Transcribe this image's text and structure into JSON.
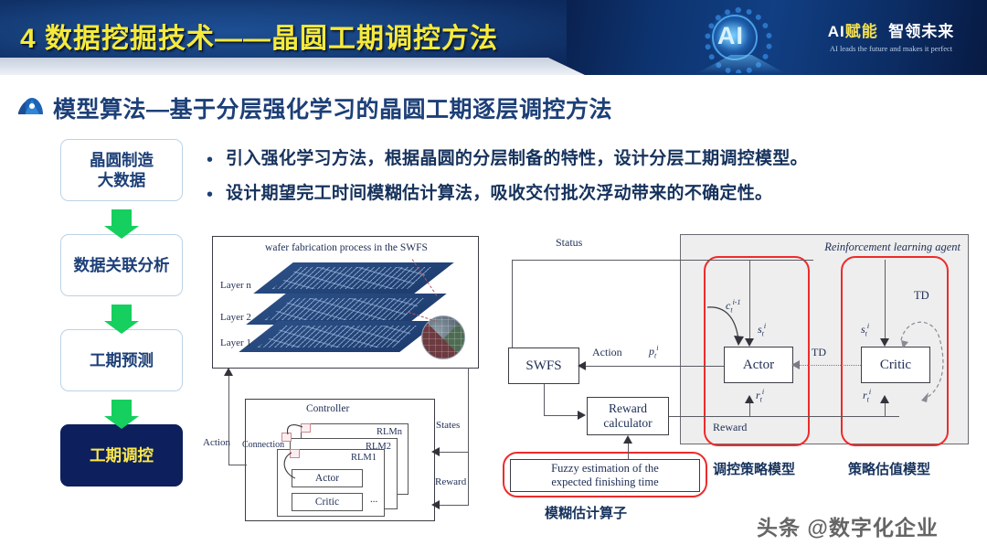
{
  "header": {
    "title": "4 数据挖掘技术——晶圆工期调控方法",
    "ai_logo_text": "AI",
    "brand_cn_1": "AI",
    "brand_cn_2": "赋能",
    "brand_cn_3": "智领未来",
    "brand_en": "AI leads the future and makes it perfect",
    "bg_color": "#0b2a5e",
    "title_color": "#f5ea3c"
  },
  "section": {
    "title": "模型算法—基于分层强化学习的晶圆工期逐层调控方法",
    "title_color": "#1c3f77"
  },
  "flow": {
    "items": [
      {
        "label_line1": "晶圆制造",
        "label_line2": "大数据",
        "active": false
      },
      {
        "label_line1": "数据关联分析",
        "label_line2": "",
        "active": false
      },
      {
        "label_line1": "工期预测",
        "label_line2": "",
        "active": false
      },
      {
        "label_line1": "工期调控",
        "label_line2": "",
        "active": true
      }
    ],
    "arrow_color": "#15cf5e",
    "active_bg": "#0d1f5c",
    "active_text": "#fbe74a"
  },
  "bullets": [
    "引入强化学习方法，根据晶圆的分层制备的特性，设计分层工期调控模型。",
    "设计期望完工时间模糊估计算法，吸收交付批次浮动带来的不确定性。"
  ],
  "figure_left": {
    "wafer_title": "wafer fabrication process in the SWFS",
    "layers": [
      "Layer n",
      "Layer 2",
      "Layer 1"
    ],
    "controller_label": "Controller",
    "connection_label": "Connection",
    "rlm_labels": [
      "RLMn",
      "RLM2",
      "RLM1"
    ],
    "inner_boxes": [
      "Actor",
      "Actor",
      "Actor",
      "Critic"
    ],
    "actor_label": "Actor",
    "critic_label": "Critic",
    "edge_labels": {
      "action": "Action",
      "states": "States",
      "reward": "Reward"
    },
    "ellipsis": "..."
  },
  "figure_right": {
    "agent_title": "Reinforcement learning agent",
    "status_label": "Status",
    "swfs_label": "SWFS",
    "action_label": "Action",
    "reward_calculator_line1": "Reward",
    "reward_calculator_line2": "calculator",
    "fuzzy_line1": "Fuzzy estimation of the",
    "fuzzy_line2": "expected finishing time",
    "actor_label": "Actor",
    "critic_label": "Critic",
    "reward_label": "Reward",
    "td_label_mid": "TD",
    "td_label_right": "TD",
    "sym_c": "c",
    "sym_c_sub": "t",
    "sym_c_sup": "i-1",
    "sym_s": "s",
    "sym_s_sub": "t",
    "sym_s_sup": "i",
    "sym_p": "p",
    "sym_p_sub": "t",
    "sym_p_sup": "i",
    "sym_r": "r",
    "sym_r_sub": "t",
    "sym_r_sup": "i",
    "highlight_color": "#ee2b2b",
    "captions": {
      "policy_model": "调控策略模型",
      "value_model": "策略估值模型",
      "fuzzy_operator": "模糊估计算子"
    }
  },
  "watermark": "头条 @数字化企业"
}
